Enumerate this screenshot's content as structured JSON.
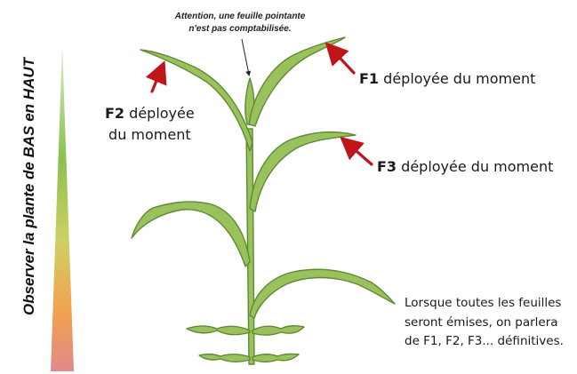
{
  "side_label": "Observer la plante de BAS en HAUT",
  "note": {
    "line1": "Attention, une feuille pointante",
    "line2": "n'est pas comptabilisée."
  },
  "labels": {
    "f1": {
      "code": "F1",
      "text": "déployée du moment"
    },
    "f2": {
      "code": "F2",
      "line1_text": "déployée",
      "line2": "du moment"
    },
    "f3": {
      "code": "F3",
      "text": "déployée du moment"
    }
  },
  "info": {
    "line1": "Lorsque toutes les feuilles",
    "line2": "seront émises, on parlera",
    "line3": "de F1, F2, F3... définitives."
  },
  "colors": {
    "leaf_fill": "#9ac25c",
    "leaf_stroke": "#5f8a35",
    "arrow": "#c0141b",
    "gradient_top": "#8cc050",
    "gradient_mid": "#f3a04f",
    "gradient_bottom": "#e08a8a"
  },
  "icons": [
    "corn-plant-illustration",
    "red-arrow-icon",
    "gradient-triangle"
  ]
}
